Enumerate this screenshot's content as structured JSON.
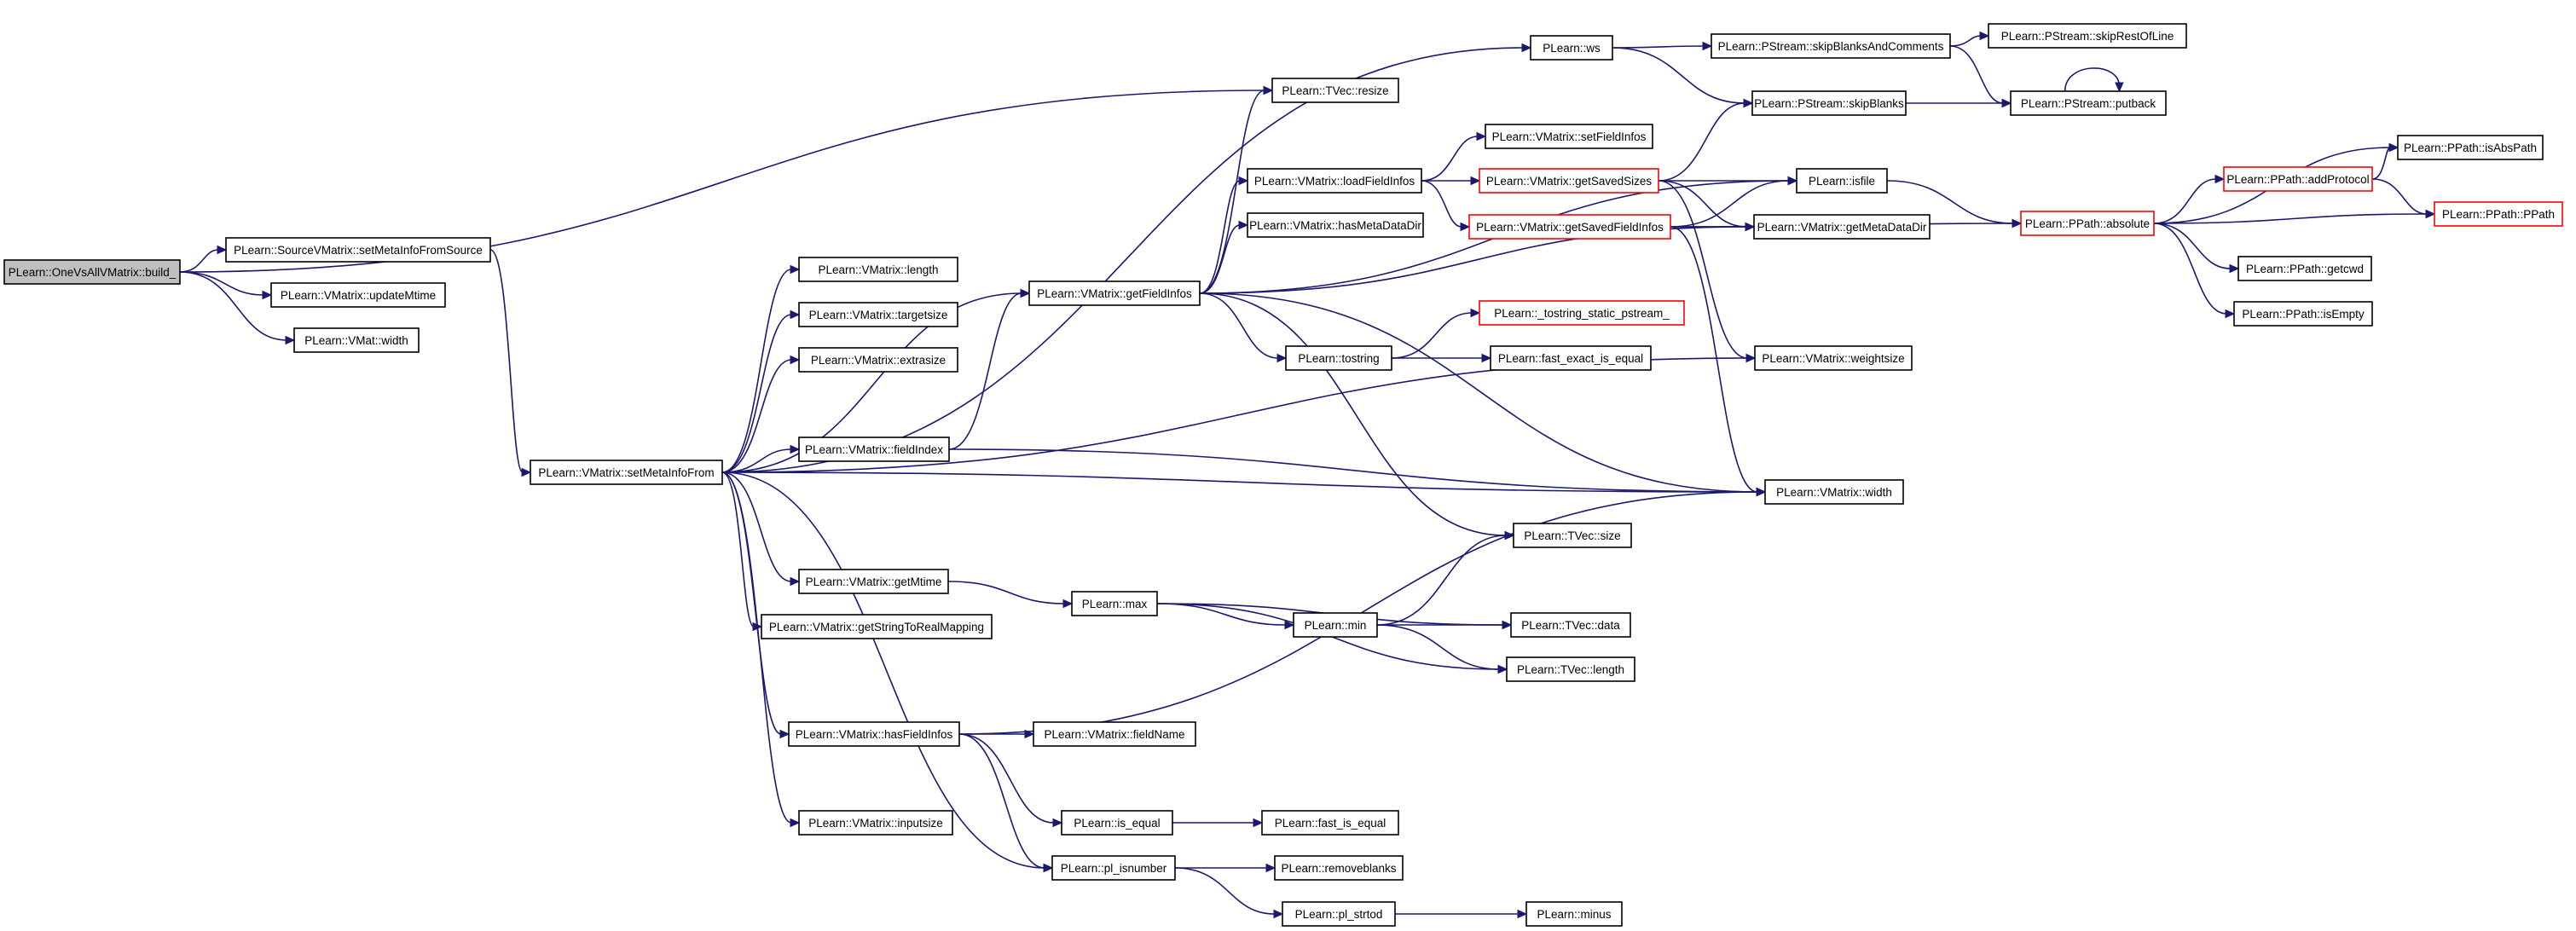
{
  "graph": {
    "root": "PLearn::OneVsAllVMatrix::build_",
    "nodes": [
      {
        "id": "root",
        "label": "PLearn::OneVsAllVMatrix::build_",
        "style": "root"
      },
      {
        "id": "svm_setmeta",
        "label": "PLearn::SourceVMatrix::setMetaInfoFromSource"
      },
      {
        "id": "updateMtime",
        "label": "PLearn::VMatrix::updateMtime"
      },
      {
        "id": "vmat_width",
        "label": "PLearn::VMat::width"
      },
      {
        "id": "setMetaInfoFrom",
        "label": "PLearn::VMatrix::setMetaInfoFrom"
      },
      {
        "id": "length",
        "label": "PLearn::VMatrix::length"
      },
      {
        "id": "targetsize",
        "label": "PLearn::VMatrix::targetsize"
      },
      {
        "id": "extrasize",
        "label": "PLearn::VMatrix::extrasize"
      },
      {
        "id": "fieldIndex",
        "label": "PLearn::VMatrix::fieldIndex"
      },
      {
        "id": "getMtime",
        "label": "PLearn::VMatrix::getMtime"
      },
      {
        "id": "getStringToRealMapping",
        "label": "PLearn::VMatrix::getStringToRealMapping"
      },
      {
        "id": "hasFieldInfos",
        "label": "PLearn::VMatrix::hasFieldInfos"
      },
      {
        "id": "inputsize",
        "label": "PLearn::VMatrix::inputsize"
      },
      {
        "id": "getFieldInfos",
        "label": "PLearn::VMatrix::getFieldInfos"
      },
      {
        "id": "tvec_resize",
        "label": "PLearn::TVec::resize"
      },
      {
        "id": "ws",
        "label": "PLearn::ws"
      },
      {
        "id": "skipBlanksAndComments",
        "label": "PLearn::PStream::skipBlanksAndComments"
      },
      {
        "id": "skipRestOfLine",
        "label": "PLearn::PStream::skipRestOfLine"
      },
      {
        "id": "putback",
        "label": "PLearn::PStream::putback"
      },
      {
        "id": "skipBlanks",
        "label": "PLearn::PStream::skipBlanks"
      },
      {
        "id": "setFieldInfos",
        "label": "PLearn::VMatrix::setFieldInfos"
      },
      {
        "id": "loadFieldInfos",
        "label": "PLearn::VMatrix::loadFieldInfos"
      },
      {
        "id": "getSavedSizes",
        "label": "PLearn::VMatrix::getSavedSizes",
        "style": "red"
      },
      {
        "id": "isfile",
        "label": "PLearn::isfile"
      },
      {
        "id": "hasMetaDataDir",
        "label": "PLearn::VMatrix::hasMetaDataDir"
      },
      {
        "id": "getSavedFieldInfos",
        "label": "PLearn::VMatrix::getSavedFieldInfos",
        "style": "red"
      },
      {
        "id": "getMetaDataDir",
        "label": "PLearn::VMatrix::getMetaDataDir"
      },
      {
        "id": "tostring",
        "label": "PLearn::tostring"
      },
      {
        "id": "tostring_static",
        "label": "PLearn::_tostring_static_pstream_",
        "style": "red"
      },
      {
        "id": "fast_exact_is_equal",
        "label": "PLearn::fast_exact_is_equal"
      },
      {
        "id": "weightsize",
        "label": "PLearn::VMatrix::weightsize"
      },
      {
        "id": "vmatrix_width",
        "label": "PLearn::VMatrix::width"
      },
      {
        "id": "tvec_size",
        "label": "PLearn::TVec::size"
      },
      {
        "id": "max",
        "label": "PLearn::max"
      },
      {
        "id": "min",
        "label": "PLearn::min"
      },
      {
        "id": "tvec_data",
        "label": "PLearn::TVec::data"
      },
      {
        "id": "tvec_length",
        "label": "PLearn::TVec::length"
      },
      {
        "id": "fieldName",
        "label": "PLearn::VMatrix::fieldName"
      },
      {
        "id": "is_equal",
        "label": "PLearn::is_equal"
      },
      {
        "id": "fast_is_equal",
        "label": "PLearn::fast_is_equal"
      },
      {
        "id": "pl_isnumber",
        "label": "PLearn::pl_isnumber"
      },
      {
        "id": "removeblanks",
        "label": "PLearn::removeblanks"
      },
      {
        "id": "pl_strtod",
        "label": "PLearn::pl_strtod"
      },
      {
        "id": "minus",
        "label": "PLearn::minus"
      },
      {
        "id": "absolute",
        "label": "PLearn::PPath::absolute",
        "style": "red"
      },
      {
        "id": "addProtocol",
        "label": "PLearn::PPath::addProtocol",
        "style": "red"
      },
      {
        "id": "isAbsPath",
        "label": "PLearn::PPath::isAbsPath"
      },
      {
        "id": "ppath",
        "label": "PLearn::PPath::PPath",
        "style": "red"
      },
      {
        "id": "getcwd",
        "label": "PLearn::PPath::getcwd"
      },
      {
        "id": "isEmpty",
        "label": "PLearn::PPath::isEmpty"
      }
    ],
    "edges": [
      [
        "root",
        "svm_setmeta"
      ],
      [
        "root",
        "updateMtime"
      ],
      [
        "root",
        "vmat_width"
      ],
      [
        "root",
        "tvec_resize"
      ],
      [
        "svm_setmeta",
        "setMetaInfoFrom"
      ],
      [
        "setMetaInfoFrom",
        "length"
      ],
      [
        "setMetaInfoFrom",
        "targetsize"
      ],
      [
        "setMetaInfoFrom",
        "extrasize"
      ],
      [
        "setMetaInfoFrom",
        "fieldIndex"
      ],
      [
        "setMetaInfoFrom",
        "getMtime"
      ],
      [
        "setMetaInfoFrom",
        "getStringToRealMapping"
      ],
      [
        "setMetaInfoFrom",
        "hasFieldInfos"
      ],
      [
        "setMetaInfoFrom",
        "inputsize"
      ],
      [
        "setMetaInfoFrom",
        "getFieldInfos"
      ],
      [
        "setMetaInfoFrom",
        "ws"
      ],
      [
        "setMetaInfoFrom",
        "weightsize"
      ],
      [
        "setMetaInfoFrom",
        "vmatrix_width"
      ],
      [
        "setMetaInfoFrom",
        "pl_isnumber"
      ],
      [
        "fieldIndex",
        "getFieldInfos"
      ],
      [
        "fieldIndex",
        "vmatrix_width"
      ],
      [
        "getFieldInfos",
        "tvec_resize"
      ],
      [
        "getFieldInfos",
        "isfile"
      ],
      [
        "getFieldInfos",
        "loadFieldInfos"
      ],
      [
        "getFieldInfos",
        "hasMetaDataDir"
      ],
      [
        "getFieldInfos",
        "getMetaDataDir"
      ],
      [
        "getFieldInfos",
        "tostring"
      ],
      [
        "getFieldInfos",
        "tvec_size"
      ],
      [
        "getFieldInfos",
        "vmatrix_width"
      ],
      [
        "ws",
        "skipBlanksAndComments"
      ],
      [
        "ws",
        "skipBlanks"
      ],
      [
        "skipBlanksAndComments",
        "skipRestOfLine"
      ],
      [
        "skipBlanksAndComments",
        "putback"
      ],
      [
        "putback",
        "putback"
      ],
      [
        "skipBlanks",
        "putback"
      ],
      [
        "loadFieldInfos",
        "setFieldInfos"
      ],
      [
        "loadFieldInfos",
        "getSavedSizes"
      ],
      [
        "loadFieldInfos",
        "getSavedFieldInfos"
      ],
      [
        "getSavedSizes",
        "skipBlanks"
      ],
      [
        "getSavedSizes",
        "isfile"
      ],
      [
        "getSavedSizes",
        "getMetaDataDir"
      ],
      [
        "getSavedSizes",
        "weightsize"
      ],
      [
        "getSavedFieldInfos",
        "isfile"
      ],
      [
        "getSavedFieldInfos",
        "getMetaDataDir"
      ],
      [
        "getSavedFieldInfos",
        "absolute"
      ],
      [
        "getSavedFieldInfos",
        "vmatrix_width"
      ],
      [
        "isfile",
        "absolute"
      ],
      [
        "absolute",
        "isAbsPath"
      ],
      [
        "absolute",
        "addProtocol"
      ],
      [
        "absolute",
        "ppath"
      ],
      [
        "absolute",
        "getcwd"
      ],
      [
        "absolute",
        "isEmpty"
      ],
      [
        "addProtocol",
        "isAbsPath"
      ],
      [
        "addProtocol",
        "ppath"
      ],
      [
        "tostring",
        "tostring_static"
      ],
      [
        "tostring",
        "fast_exact_is_equal"
      ],
      [
        "getMtime",
        "max"
      ],
      [
        "max",
        "min"
      ],
      [
        "max",
        "tvec_data"
      ],
      [
        "max",
        "tvec_length"
      ],
      [
        "min",
        "tvec_size"
      ],
      [
        "min",
        "tvec_data"
      ],
      [
        "min",
        "tvec_length"
      ],
      [
        "hasFieldInfos",
        "fieldName"
      ],
      [
        "hasFieldInfos",
        "is_equal"
      ],
      [
        "hasFieldInfos",
        "pl_isnumber"
      ],
      [
        "hasFieldInfos",
        "vmatrix_width"
      ],
      [
        "is_equal",
        "fast_is_equal"
      ],
      [
        "pl_isnumber",
        "removeblanks"
      ],
      [
        "pl_isnumber",
        "pl_strtod"
      ],
      [
        "pl_strtod",
        "minus"
      ]
    ]
  }
}
